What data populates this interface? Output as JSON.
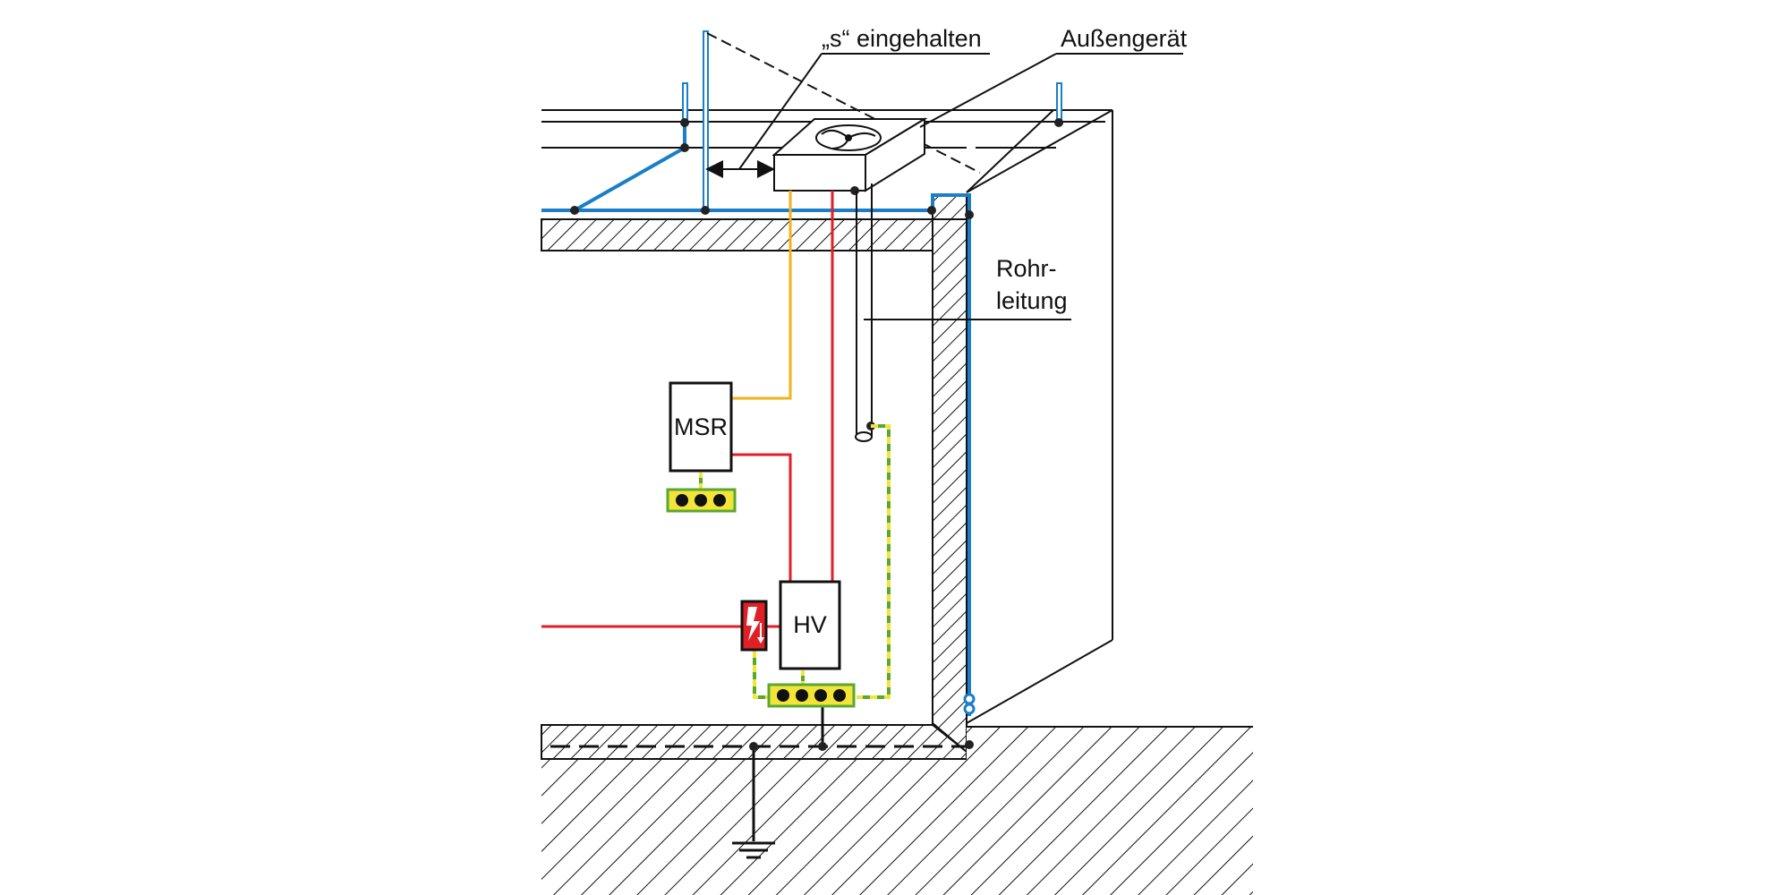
{
  "labels": {
    "s_eingehalten": "„s“ eingehalten",
    "aussengeraet": "Außengerät",
    "rohrleitung_line1": "Rohr-",
    "rohrleitung_line2": "leitung",
    "msr": "MSR",
    "hv": "HV"
  },
  "colors": {
    "lightning_conductor": "#1a7fc8",
    "power_line": "#e01f26",
    "control_line": "#f2b21b",
    "equipotential_green": "#5aa832",
    "equipotential_yellow": "#f3e43a",
    "busbar_fill": "#f3e43a",
    "outline": "#111111"
  },
  "icons": {
    "surge_protector": "lightning-bolt-icon",
    "earth": "earth-ground-icon",
    "fan": "fan-icon"
  }
}
